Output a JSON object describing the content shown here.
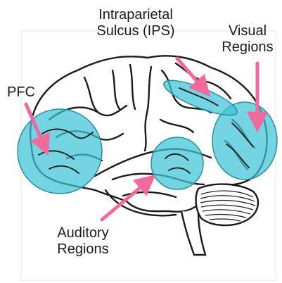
{
  "labels": {
    "ips": [
      "Intraparietal",
      "Sulcus (IPS)"
    ],
    "visual": [
      "Visual",
      "Regions"
    ],
    "pfc": [
      "PFC"
    ],
    "auditory": [
      "Auditory",
      "Regions"
    ]
  },
  "colors": {
    "highlight_fill": "#3fc4d6",
    "highlight_stroke": "#2a8fa0",
    "arrow": "#f06a9c",
    "brain_outline": "#1a1a1a",
    "frame": "#e6e6e6"
  }
}
